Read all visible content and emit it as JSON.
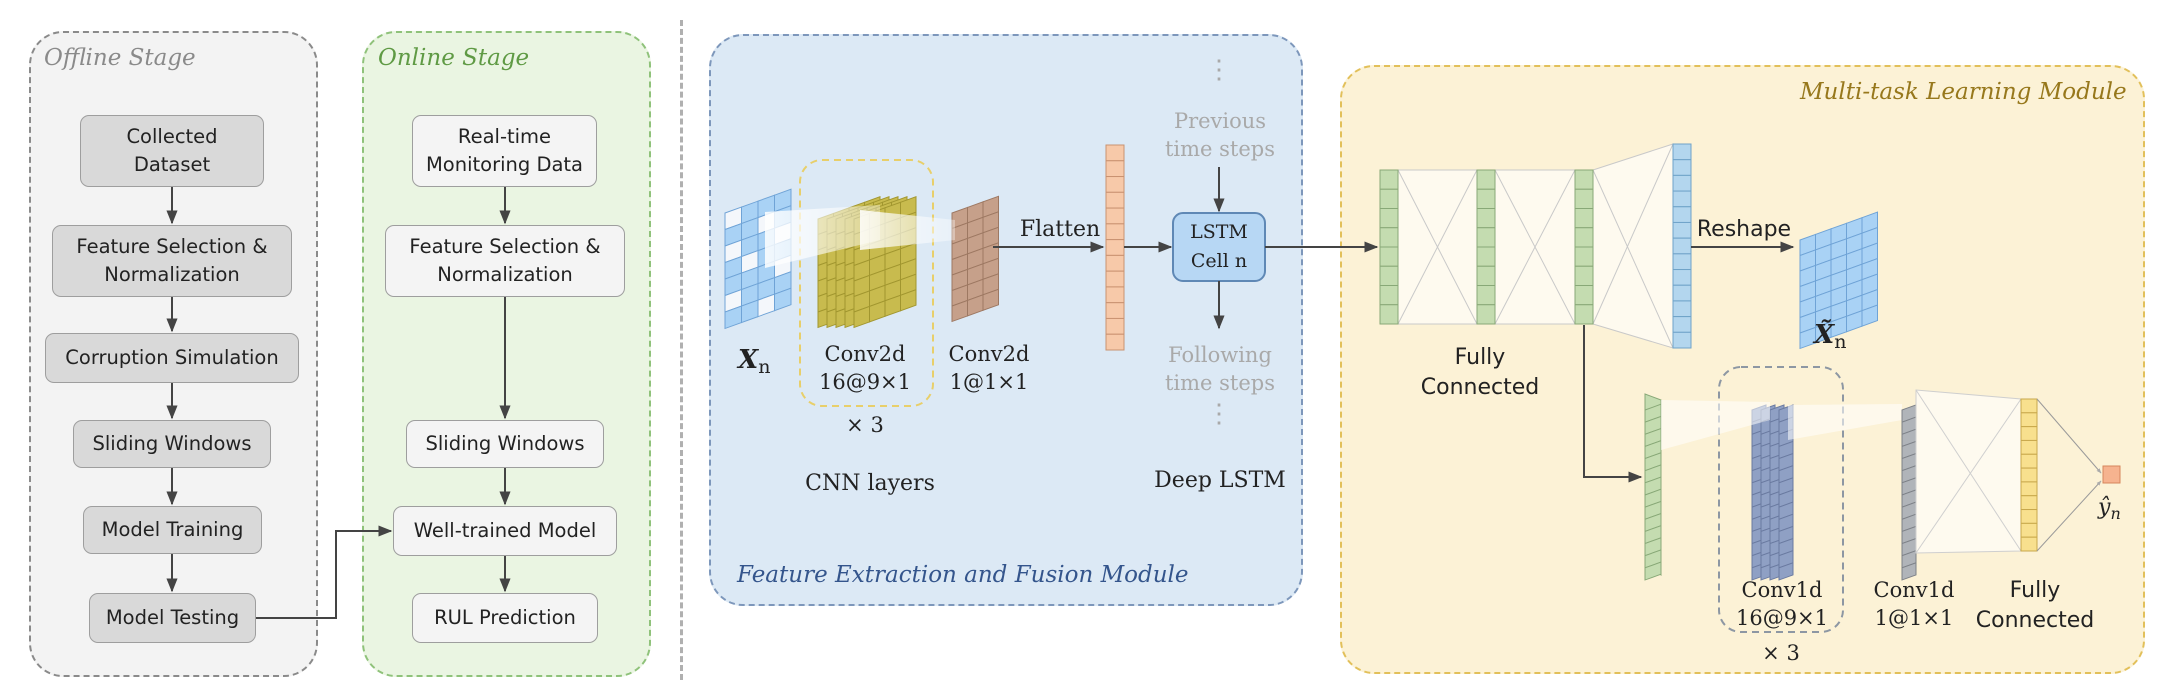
{
  "panels": {
    "offline_title": "Offline Stage",
    "online_title": "Online Stage",
    "feature_title": "Feature Extraction and Fusion Module",
    "multitask_title": "Multi-task Learning Module"
  },
  "offline": {
    "collected": "Collected\nDataset",
    "feature": "Feature Selection &\nNormalization",
    "corruption": "Corruption Simulation",
    "sliding": "Sliding Windows",
    "training": "Model Training",
    "testing": "Model Testing"
  },
  "online": {
    "realtime": "Real-time\nMonitoring Data",
    "feature": "Feature Selection &\nNormalization",
    "sliding": "Sliding Windows",
    "welltrained": "Well-trained Model",
    "rul": "RUL Prediction"
  },
  "cnn": {
    "input_symbol": "X",
    "input_sub": "n",
    "conv_a": "Conv2d\n16@9×1",
    "conv_a_repeat": "× 3",
    "conv_b": "Conv2d\n1@1×1",
    "layers": "CNN layers",
    "flatten": "Flatten"
  },
  "lstm": {
    "cell": "LSTM\nCell n",
    "previous": "Previous\ntime steps",
    "following": "Following\ntime steps",
    "dots": "⋮",
    "deep": "Deep LSTM"
  },
  "mtl": {
    "fully_connected_top": "Fully\nConnected",
    "reshape": "Reshape",
    "output_symbol": "X̃",
    "output_sub": "n",
    "conv1d_a": "Conv1d\n16@9×1",
    "conv1d_a_repeat": "× 3",
    "conv1d_b": "Conv1d\n1@1×1",
    "fully_connected_bottom": "Fully\nConnected",
    "rul_symbol": "ŷ",
    "rul_sub": "n"
  },
  "colors": {
    "offline_border": "#8a8a8a",
    "offline_bg": "#f3f3f3",
    "online_border": "#8fc27a",
    "online_bg": "#eaf5e2",
    "feature_border": "#7d97bb",
    "feature_bg": "#dce9f5",
    "multitask_border": "#e2c05a",
    "multitask_bg": "#fcf2d6",
    "blue_grid": "#a9d2f5",
    "olive": "#c8bb4e",
    "brown": "#c6a08a",
    "peach": "#f7c9a9",
    "green": "#c4dcb0",
    "blue_col": "#b3d6ee",
    "slate": "#8fa0c4",
    "grey_col": "#b0b4b9",
    "yellow_col": "#f8e08e",
    "orange_out": "#f6b38f"
  }
}
